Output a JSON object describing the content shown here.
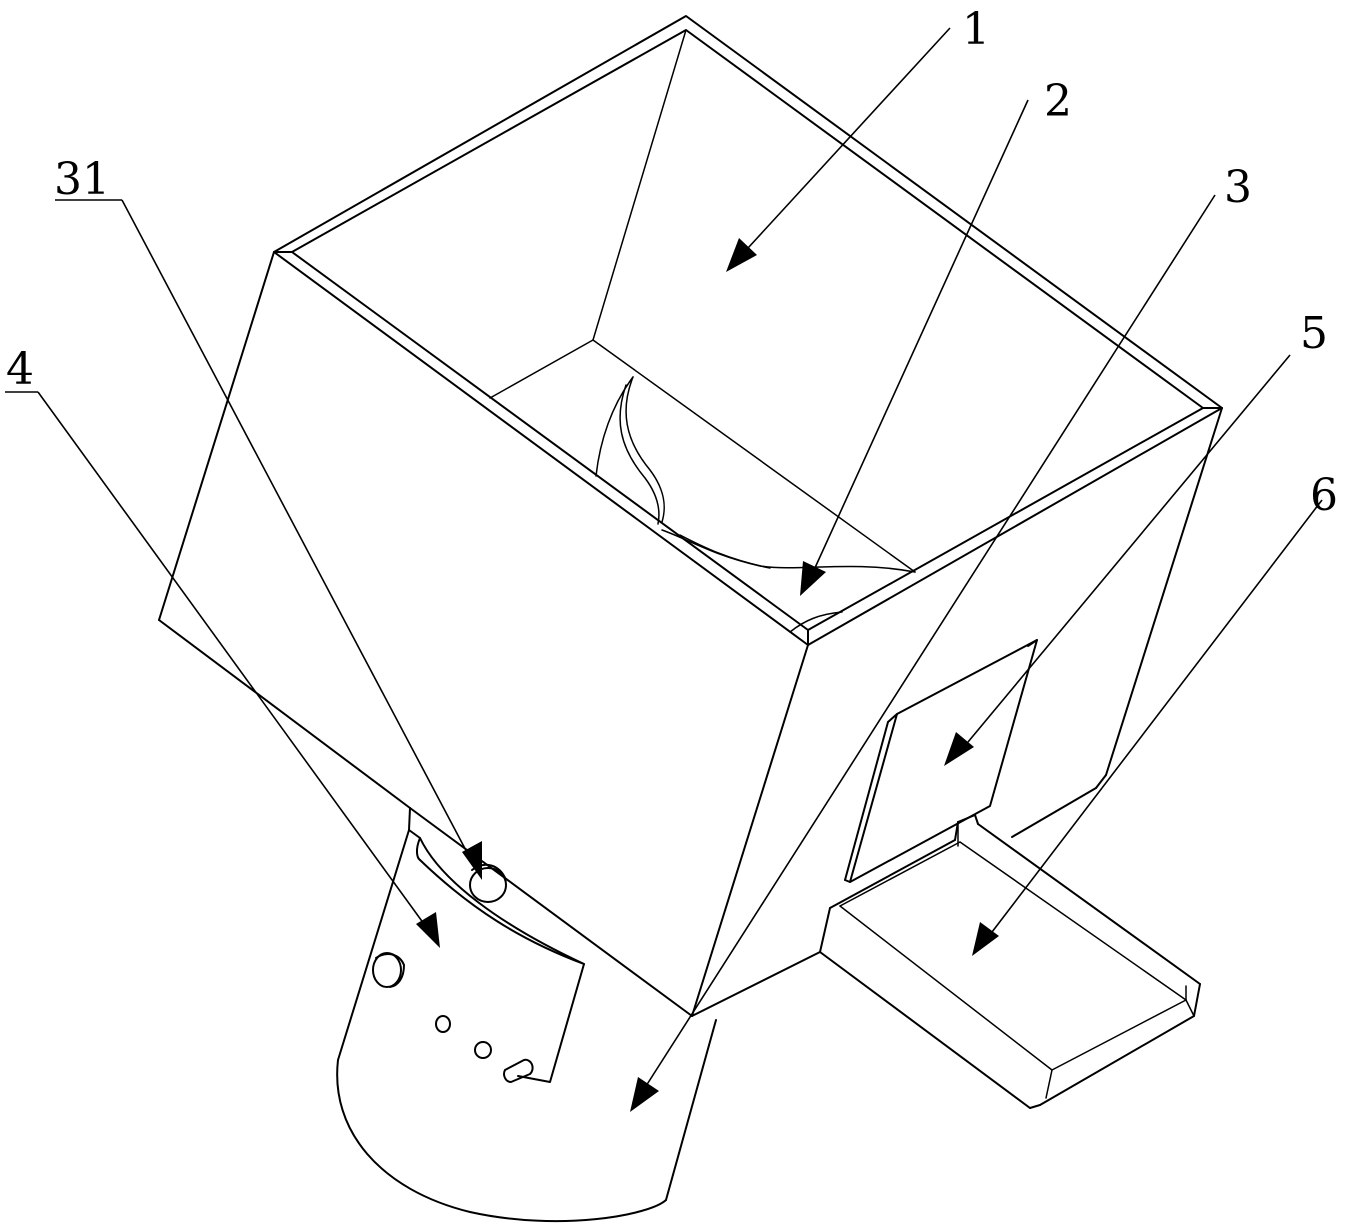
{
  "figure": {
    "labels": {
      "l1": "1",
      "l2": "2",
      "l3": "3",
      "l31": "31",
      "l4": "4",
      "l5": "5",
      "l6": "6"
    },
    "colors": {
      "line": "#000000",
      "background": "#ffffff"
    }
  }
}
